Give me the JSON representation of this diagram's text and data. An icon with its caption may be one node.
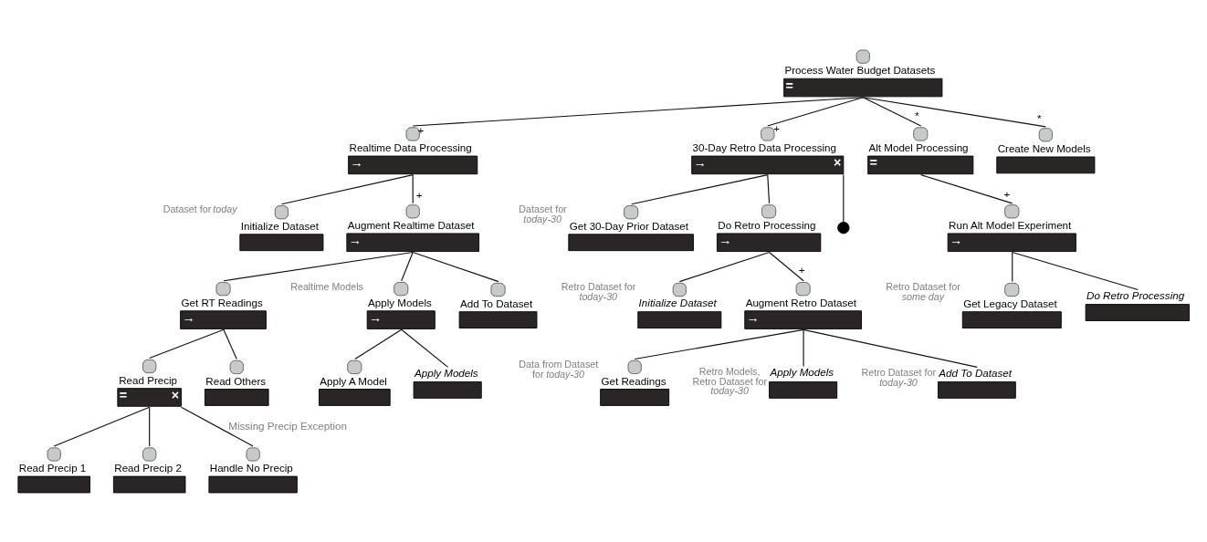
{
  "diagram": {
    "nodes": [
      {
        "text": [
          "Process Water Budget Datasets",
          "="
        ]
      },
      {
        "text": [
          "Realtime Data Processing",
          "→"
        ]
      },
      {
        "text": [
          "30-Day Retro Data Processing",
          "→",
          "×"
        ]
      },
      {
        "text": [
          "Alt Model Processing",
          "="
        ]
      },
      {
        "text": [
          "Create New Models"
        ]
      },
      {
        "text": [],
        "shape": "circle"
      },
      {
        "text": [
          "Initialize Dataset"
        ],
        "beside": [
          "Dataset for *today*"
        ]
      },
      {
        "text": [
          "Augment Realtime Dataset",
          "→"
        ]
      },
      {
        "text": [
          "Get 30-Day Prior Dataset"
        ],
        "beside": [
          "Dataset for *today-30*"
        ]
      },
      {
        "text": [
          "Do Retro Processing",
          "→"
        ]
      },
      {
        "text": [
          "Run Alt Model Experiment",
          "→"
        ]
      },
      {
        "text": [
          "Get RT Readings",
          "→"
        ]
      },
      {
        "text": [
          "Apply Models",
          "→"
        ],
        "beside": [
          "Realtime Models"
        ]
      },
      {
        "text": [
          "Add To Dataset"
        ]
      },
      {
        "text": [
          "Initialize Dataset"
        ],
        "beside": [
          "Retro Dataset for *today-30*"
        ]
      },
      {
        "text": [
          "Augment Retro Dataset",
          "→"
        ]
      },
      {
        "text": [
          "Get Legacy Dataset"
        ],
        "beside": [
          "Retro Dataset for *some day*"
        ]
      },
      {
        "text": [
          "Do Retro Processing"
        ]
      },
      {
        "text": [
          "Read Precip",
          "=",
          "×"
        ]
      },
      {
        "text": [
          "Read Others"
        ]
      },
      {
        "text": [
          "Apply A Model"
        ]
      },
      {
        "text": [
          "Apply Models"
        ]
      },
      {
        "text": [
          "Get Readings"
        ],
        "beside": [
          "Data from Dataset for *today-30*"
        ]
      },
      {
        "text": [
          "Add To Dataset"
        ],
        "beside": [
          "Retro Dataset for *today-30*"
        ]
      },
      {
        "text": [
          "Apply Models"
        ],
        "beside": [
          "Retro Models, Retro Dataset for *today-30*"
        ]
      },
      {
        "text": [
          "Read Precip 1"
        ]
      },
      {
        "text": [
          "Read Precip 2"
        ]
      },
      {
        "text": [
          "Handle No Precip"
        ]
      }
    ],
    "edges": [
      {
        "from": 0,
        "to": 1,
        "arrow": "none",
        "label": "+"
      },
      {
        "from": 0,
        "to": 2,
        "arrow": "none",
        "label": "+"
      },
      {
        "from": 0,
        "to": 3,
        "arrow": "none",
        "label": "*"
      },
      {
        "from": 0,
        "to": 4,
        "arrow": "none",
        "label": "*"
      },
      {
        "from": 1,
        "to": 6,
        "arrow": "none"
      },
      {
        "from": 1,
        "to": 7,
        "arrow": "none",
        "label": "+"
      },
      {
        "from": 2,
        "to": 8,
        "arrow": "none"
      },
      {
        "from": 2,
        "to": 9,
        "arrow": "none"
      },
      {
        "from": 2,
        "to": 5,
        "arrow": "none"
      },
      {
        "from": 3,
        "to": 10,
        "arrow": "none",
        "label": "+"
      },
      {
        "from": 7,
        "to": 11,
        "arrow": "none"
      },
      {
        "from": 7,
        "to": 12,
        "arrow": "none"
      },
      {
        "from": 7,
        "to": 13,
        "arrow": "none"
      },
      {
        "from": 9,
        "to": 14,
        "arrow": "none"
      },
      {
        "from": 9,
        "to": 15,
        "arrow": "none",
        "label": "+"
      },
      {
        "from": 10,
        "to": 16,
        "arrow": "none"
      },
      {
        "from": 10,
        "to": 17,
        "arrow": "none"
      },
      {
        "from": 11,
        "to": 18,
        "arrow": "none"
      },
      {
        "from": 11,
        "to": 19,
        "arrow": "none"
      },
      {
        "from": 12,
        "to": 20,
        "arrow": "none"
      },
      {
        "from": 12,
        "to": 21,
        "arrow": "none"
      },
      {
        "from": 15,
        "to": 22,
        "arrow": "none"
      },
      {
        "from": 15,
        "to": 24,
        "arrow": "none"
      },
      {
        "from": 15,
        "to": 23,
        "arrow": "none"
      },
      {
        "from": 18,
        "to": 25,
        "arrow": "none"
      },
      {
        "from": 18,
        "to": 26,
        "arrow": "none"
      },
      {
        "from": 18,
        "to": 27,
        "arrow": "none",
        "label": "Missing Precip Exception"
      }
    ]
  }
}
